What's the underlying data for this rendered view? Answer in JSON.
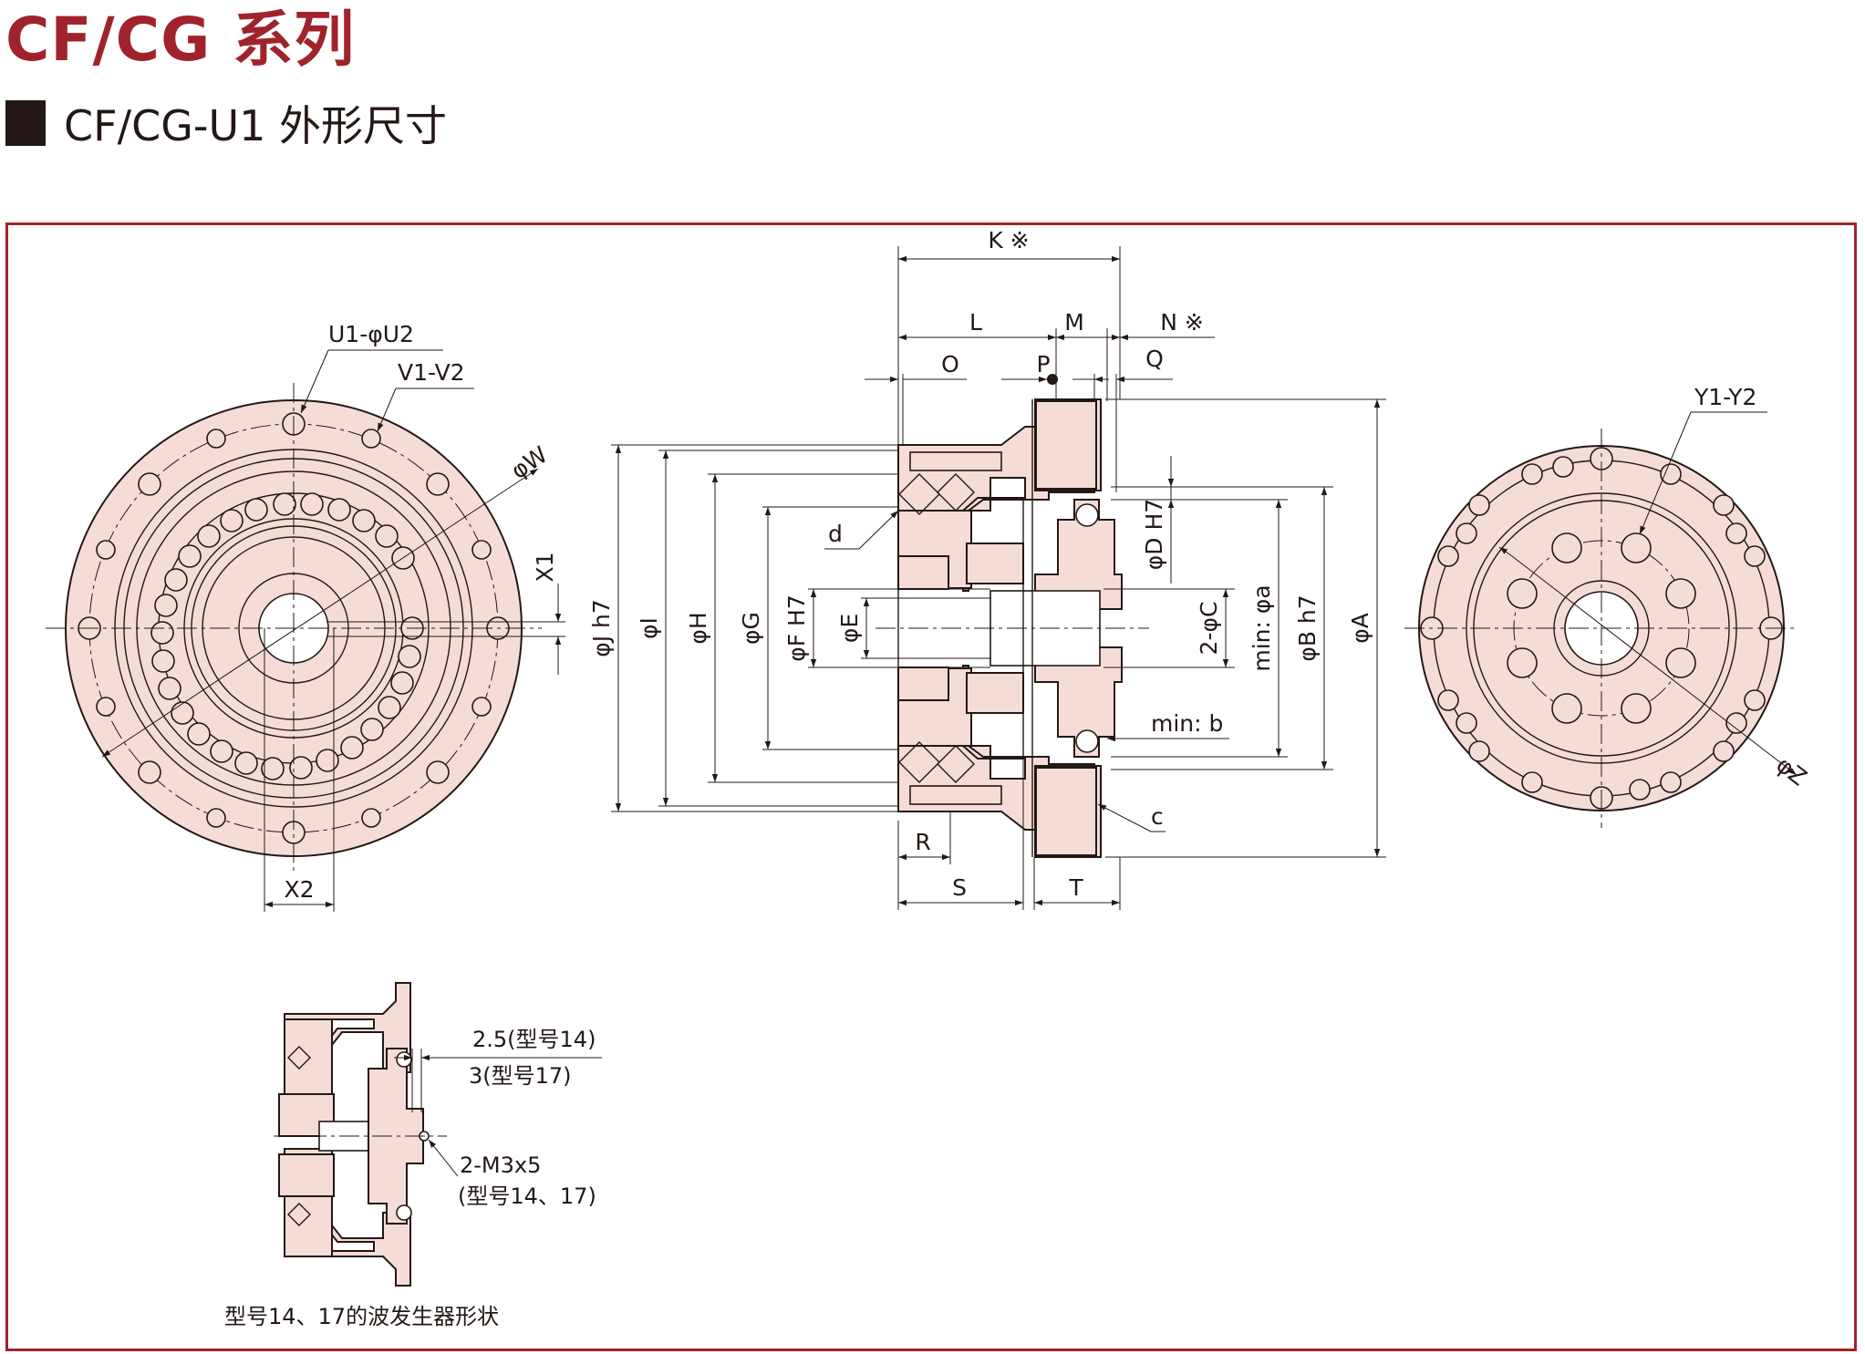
{
  "header": {
    "series_title": "CF/CG 系列",
    "section_title": "CF/CG-U1 外形尺寸"
  },
  "colors": {
    "brand_red": "#a0232b",
    "part_fill": "#f6dcd6",
    "line": "#231815"
  },
  "front_view": {
    "labels": {
      "holes_u": "U1-φU2",
      "holes_v": "V1-V2",
      "dia_w": "φW",
      "x1": "X1",
      "x2": "X2"
    }
  },
  "section_view": {
    "labels": {
      "k": "K ※",
      "l": "L",
      "m": "M",
      "n": "N ※",
      "o": "O",
      "p": "P",
      "q": "Q",
      "d_small": "d",
      "c_small": "c",
      "min_b": "min: b",
      "r": "R",
      "s": "S",
      "t": "T",
      "dia_jh7": "φJ h7",
      "dia_i": "φI",
      "dia_h": "φH",
      "dia_g": "φG",
      "dia_fh7": "φF  H7",
      "dia_e": "φE",
      "dia_dh7": "φD H7",
      "dia_2c": "2-φC",
      "min_a": "min: φa",
      "dia_bh7": "φB h7",
      "dia_a": "φA"
    }
  },
  "rear_view": {
    "labels": {
      "y": "Y1-Y2",
      "z": "φZ"
    }
  },
  "variant_view": {
    "labels": {
      "gap_14": "2.5(型号14)",
      "gap_17": "3(型号17)",
      "thread": "2-M3x5",
      "thread_models": "(型号14、17)",
      "caption": "型号14、17的波发生器形状"
    }
  }
}
